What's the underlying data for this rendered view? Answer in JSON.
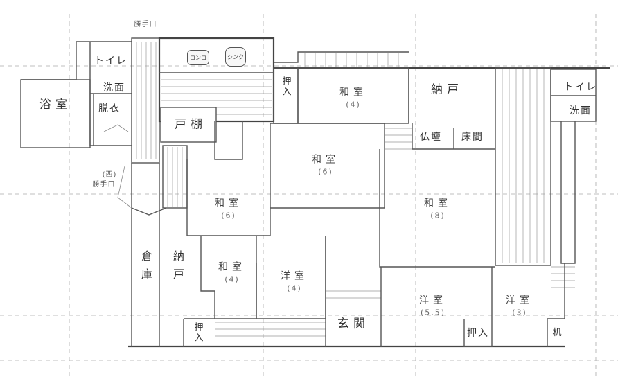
{
  "diagram": {
    "type": "floor-plan",
    "style": "hand-drawn sketch on grid paper"
  },
  "rooms": {
    "bath": {
      "name": "浴室"
    },
    "toilet_west": {
      "name": "トイレ"
    },
    "washbasin_west": {
      "name": "洗面"
    },
    "dressing": {
      "name": "脱衣"
    },
    "cupboard": {
      "name": "戸棚"
    },
    "oshiire_north": {
      "name": "押入"
    },
    "washitsu_4_north": {
      "name": "和室",
      "size": "(4)"
    },
    "nando_north": {
      "name": "納戸"
    },
    "butsudan": {
      "name": "仏壇"
    },
    "tokonoma": {
      "name": "床間"
    },
    "toilet_east": {
      "name": "トイレ"
    },
    "washbasin_east": {
      "name": "洗面"
    },
    "washitsu_6_center": {
      "name": "和室",
      "size": "(6)"
    },
    "washitsu_6_west": {
      "name": "和室",
      "size": "(6)"
    },
    "washitsu_8": {
      "name": "和室",
      "size": "(8)"
    },
    "storehouse": {
      "name": "倉庫"
    },
    "nando_south": {
      "name": "納戸"
    },
    "washitsu_4_south": {
      "name": "和室",
      "size": "(4)"
    },
    "youshitsu_4": {
      "name": "洋室",
      "size": "(4)"
    },
    "oshiire_south": {
      "name": "押入"
    },
    "genkan": {
      "name": "玄関"
    },
    "youshitsu_5_5": {
      "name": "洋室",
      "size": "(5.5)"
    },
    "oshiire_southeast": {
      "name": "押入"
    },
    "youshitsu_3": {
      "name": "洋室",
      "size": "(3)"
    },
    "desk": {
      "name": "机"
    }
  },
  "entrances": {
    "kitchen_door": {
      "label": "勝手口"
    },
    "west_door": {
      "label": "勝手口",
      "note": "(西)"
    }
  },
  "fixtures": {
    "stove": {
      "label": "コンロ"
    },
    "sink": {
      "label": "シンク"
    }
  }
}
